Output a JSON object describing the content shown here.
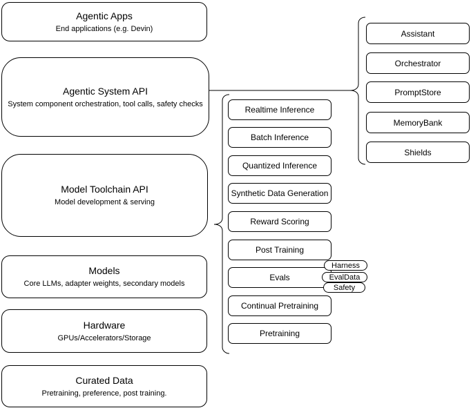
{
  "diagram": {
    "left": {
      "items": [
        {
          "title": "Agentic Apps",
          "subtitle": "End applications (e.g. Devin)"
        },
        {
          "title": "Agentic System API",
          "subtitle": "System component orchestration, tool calls, safety checks"
        },
        {
          "title": "Model Toolchain API",
          "subtitle": "Model development & serving"
        },
        {
          "title": "Models",
          "subtitle": "Core LLMs, adapter weights, secondary models"
        },
        {
          "title": "Hardware",
          "subtitle": "GPUs/Accelerators/Storage"
        },
        {
          "title": "Curated Data",
          "subtitle": "Pretraining, preference, post training."
        }
      ]
    },
    "middle": {
      "items": [
        "Realtime Inference",
        "Batch Inference",
        "Quantized Inference",
        "Synthetic Data Generation",
        "Reward Scoring",
        "Post Training",
        "Evals",
        "Continual Pretraining",
        "Pretraining"
      ]
    },
    "right": {
      "items": [
        "Assistant",
        "Orchestrator",
        "PromptStore",
        "MemoryBank",
        "Shields"
      ]
    },
    "pills": [
      "Harness",
      "EvalData",
      "Safety"
    ],
    "colors": {
      "stroke": "#000000",
      "fill": "#ffffff",
      "text": "#000000"
    }
  }
}
